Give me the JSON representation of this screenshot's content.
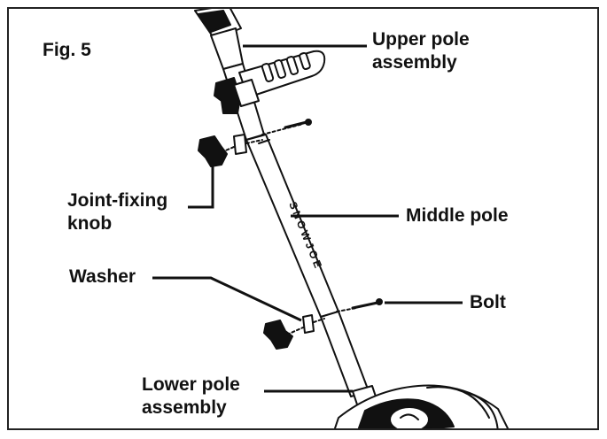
{
  "figure": {
    "title": "Fig. 5",
    "brand_text": "SNOWJOE"
  },
  "labels": {
    "upper_pole": [
      "Upper pole",
      "assembly"
    ],
    "joint_knob": [
      "Joint-fixing",
      "knob"
    ],
    "middle_pole": "Middle pole",
    "washer": "Washer",
    "bolt": "Bolt",
    "lower_pole": [
      "Lower pole",
      "assembly"
    ]
  },
  "colors": {
    "ink": "#111111",
    "pole_fill": "#ffffff",
    "frame": "#222222"
  }
}
